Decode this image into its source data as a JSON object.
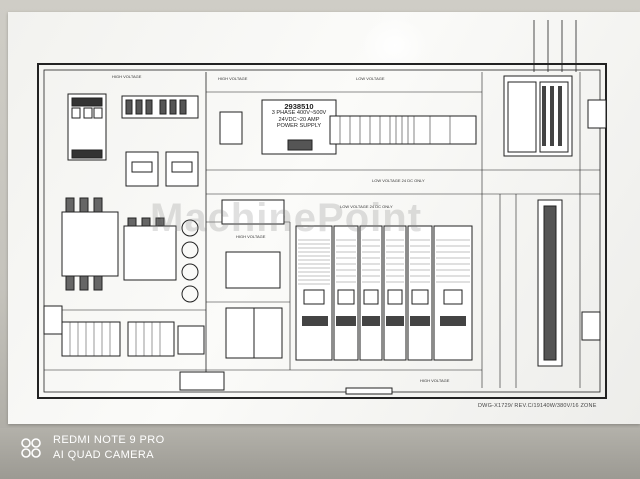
{
  "photo": {
    "watermark": "MachinePoint",
    "camera_model": "REDMI NOTE 9 PRO",
    "camera_type": "AI QUAD CAMERA"
  },
  "diagram": {
    "power_supply": {
      "part_no": "2938510",
      "line1": "3 PHASE 400V~500V",
      "line2": "24VDC~20 AMP",
      "line3": "POWER SUPPLY"
    },
    "labels": {
      "high_voltage_top": "HIGH VOLTAGE",
      "high_voltage_top2": "HIGH VOLTAGE",
      "low_voltage": "LOW VOLTAGE",
      "low_voltage_dc": "LOW VOLTAGE 24 DC ONLY",
      "low_voltage_dc_mid": "LOW VOLTAGE 24 DC ONLY",
      "high_voltage_mid": "HIGH VOLTAGE",
      "high_voltage_bottom": "HIGH VOLTAGE",
      "drawing_no": "DWG-X1729/ REV.C/19140W/380V/16 ZONE"
    }
  }
}
